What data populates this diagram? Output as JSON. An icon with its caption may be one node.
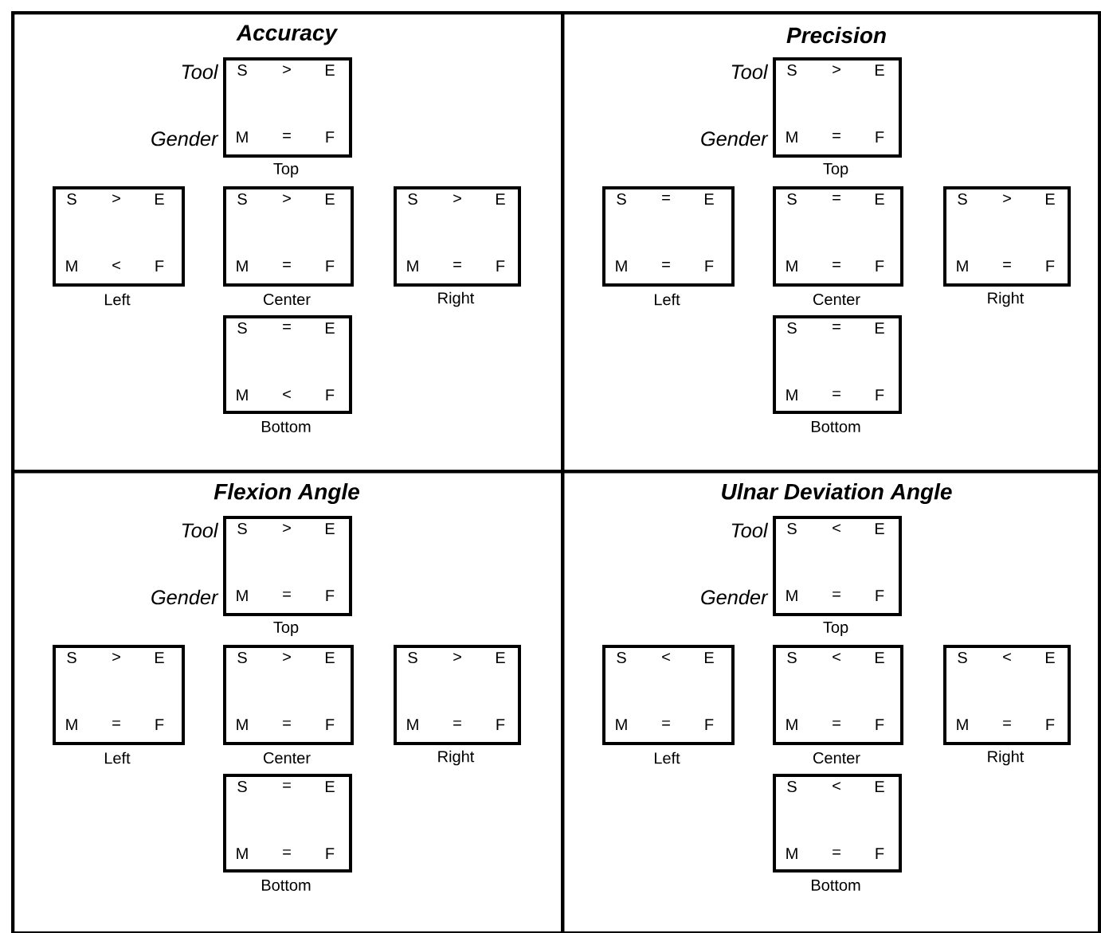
{
  "diagram": {
    "nodes": [
      {
        "text": [
          "Accuracy"
        ]
      },
      {
        "text": [
          "S",
          ">",
          "E",
          "M",
          "=",
          "F"
        ],
        "in": 0,
        "beside": [
          "Tool",
          "Gender",
          "Top"
        ]
      },
      {
        "text": [
          "S",
          ">",
          "E",
          "M",
          "<",
          "F"
        ],
        "in": 0,
        "beside": [
          "Left"
        ]
      },
      {
        "text": [
          "S",
          ">",
          "E",
          "M",
          "=",
          "F"
        ],
        "in": 0,
        "beside": [
          "Center"
        ]
      },
      {
        "text": [
          "S",
          ">",
          "E",
          "M",
          "=",
          "F"
        ],
        "in": 0,
        "beside": [
          "Right"
        ]
      },
      {
        "text": [
          "S",
          "=",
          "E",
          "M",
          "<",
          "F"
        ],
        "in": 0,
        "beside": [
          "Bottom"
        ]
      },
      {
        "text": [
          "Precision"
        ]
      },
      {
        "text": [
          "S",
          ">",
          "E",
          "M",
          "=",
          "F"
        ],
        "in": 6,
        "beside": [
          "Tool",
          "Gender",
          "Top"
        ]
      },
      {
        "text": [
          "S",
          "=",
          "E",
          "M",
          "=",
          "F"
        ],
        "in": 6,
        "beside": [
          "Left"
        ]
      },
      {
        "text": [
          "S",
          "=",
          "E",
          "M",
          "=",
          "F"
        ],
        "in": 6,
        "beside": [
          "Center"
        ]
      },
      {
        "text": [
          "S",
          ">",
          "E",
          "M",
          "=",
          "F"
        ],
        "in": 6,
        "beside": [
          "Right"
        ]
      },
      {
        "text": [
          "S",
          "=",
          "E",
          "M",
          "=",
          "F"
        ],
        "in": 6,
        "beside": [
          "Bottom"
        ]
      },
      {
        "text": [
          "Flexion Angle"
        ]
      },
      {
        "text": [
          "S",
          ">",
          "E",
          "M",
          "=",
          "F"
        ],
        "in": 12,
        "beside": [
          "Tool",
          "Gender",
          "Top"
        ]
      },
      {
        "text": [
          "S",
          ">",
          "E",
          "M",
          "=",
          "F"
        ],
        "in": 12,
        "beside": [
          "Left"
        ]
      },
      {
        "text": [
          "S",
          ">",
          "E",
          "M",
          "=",
          "F"
        ],
        "in": 12,
        "beside": [
          "Center"
        ]
      },
      {
        "text": [
          "S",
          ">",
          "E",
          "M",
          "=",
          "F"
        ],
        "in": 12,
        "beside": [
          "Right"
        ]
      },
      {
        "text": [
          "S",
          "=",
          "E",
          "M",
          "=",
          "F"
        ],
        "in": 12,
        "beside": [
          "Bottom"
        ]
      },
      {
        "text": [
          "Ulnar Deviation Angle"
        ]
      },
      {
        "text": [
          "S",
          "<",
          "E",
          "M",
          "=",
          "F"
        ],
        "in": 18,
        "beside": [
          "Tool",
          "Gender",
          "Top"
        ]
      },
      {
        "text": [
          "S",
          "<",
          "E",
          "M",
          "=",
          "F"
        ],
        "in": 18,
        "beside": [
          "Left"
        ]
      },
      {
        "text": [
          "S",
          "<",
          "E",
          "M",
          "=",
          "F"
        ],
        "in": 18,
        "beside": [
          "Center"
        ]
      },
      {
        "text": [
          "S",
          "<",
          "E",
          "M",
          "=",
          "F"
        ],
        "in": 18,
        "beside": [
          "Right"
        ]
      },
      {
        "text": [
          "S",
          "<",
          "E",
          "M",
          "=",
          "F"
        ],
        "in": 18,
        "beside": [
          "Bottom"
        ]
      }
    ]
  }
}
